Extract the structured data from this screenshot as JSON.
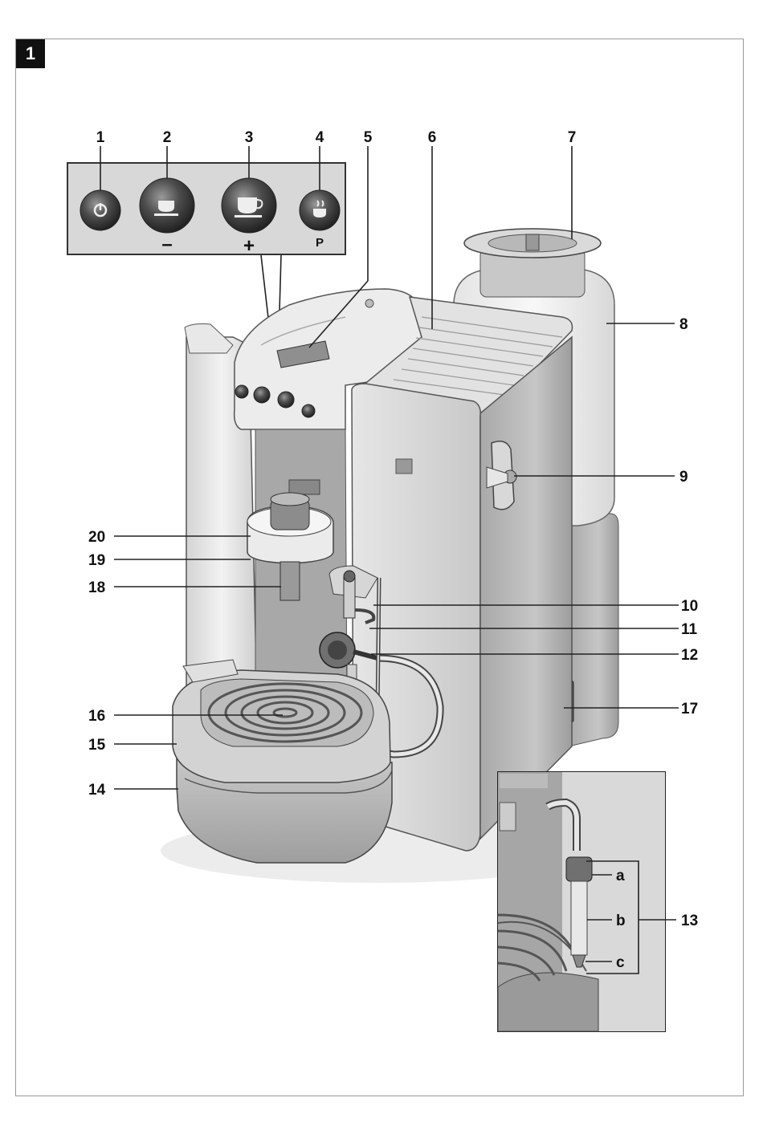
{
  "figure": {
    "number": "1"
  },
  "panel": {
    "minus_symbol": "–",
    "plus_symbol": "+",
    "program_symbol": "P"
  },
  "callouts": [
    {
      "id": "1",
      "text": "1"
    },
    {
      "id": "2",
      "text": "2"
    },
    {
      "id": "3",
      "text": "3"
    },
    {
      "id": "4",
      "text": "4"
    },
    {
      "id": "5",
      "text": "5"
    },
    {
      "id": "6",
      "text": "6"
    },
    {
      "id": "7",
      "text": "7"
    },
    {
      "id": "8",
      "text": "8"
    },
    {
      "id": "9",
      "text": "9"
    },
    {
      "id": "10",
      "text": "10"
    },
    {
      "id": "11",
      "text": "11"
    },
    {
      "id": "12",
      "text": "12"
    },
    {
      "id": "13",
      "text": "13"
    },
    {
      "id": "14",
      "text": "14"
    },
    {
      "id": "15",
      "text": "15"
    },
    {
      "id": "16",
      "text": "16"
    },
    {
      "id": "17",
      "text": "17"
    },
    {
      "id": "18",
      "text": "18"
    },
    {
      "id": "19",
      "text": "19"
    },
    {
      "id": "20",
      "text": "20"
    }
  ],
  "inset": {
    "parts": [
      {
        "text": "a"
      },
      {
        "text": "b"
      },
      {
        "text": "c"
      }
    ]
  },
  "colors": {
    "ink": "#111111",
    "panel": "#d6d6d6",
    "body_light": "#e9e9e9",
    "body_mid": "#bdbdbd",
    "body_dark": "#8d8d8d",
    "button": "#4a4a4a"
  }
}
